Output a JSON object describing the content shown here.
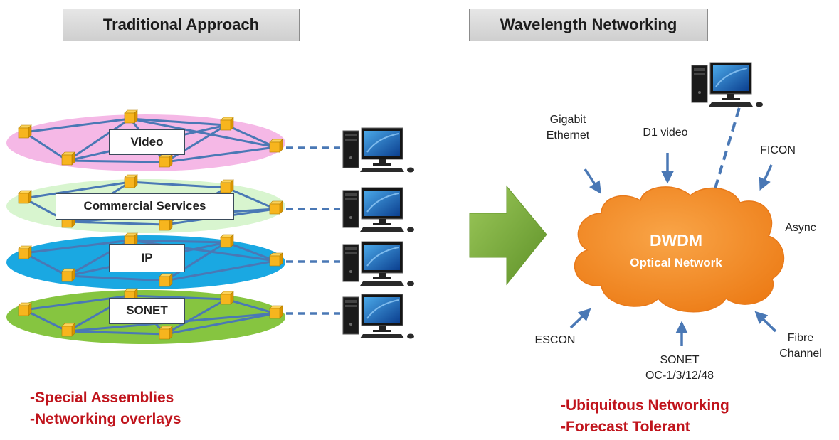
{
  "left": {
    "title": "Traditional Approach",
    "layers": [
      {
        "label": "Video",
        "color": "#f5b8e6"
      },
      {
        "label": "Commercial Services",
        "color": "#d8f5cf"
      },
      {
        "label": "IP",
        "color": "#1aa8e2"
      },
      {
        "label": "SONET",
        "color": "#86c540"
      }
    ],
    "notes": [
      "-Special Assemblies",
      "-Networking overlays"
    ]
  },
  "right": {
    "title": "Wavelength Networking",
    "cloud": {
      "title": "DWDM",
      "subtitle": "Optical Network",
      "color": "#f28c24"
    },
    "inputs": {
      "gigabit": [
        "Gigabit",
        "Ethernet"
      ],
      "d1": "D1 video",
      "ficon": "FICON",
      "async": "Async",
      "escon": "ESCON",
      "sonet": [
        "SONET",
        "OC-1/3/12/48"
      ],
      "fibre": [
        "Fibre",
        "Channel"
      ]
    },
    "notes": [
      "-Ubiquitous Networking",
      "-Forecast Tolerant"
    ]
  },
  "colors": {
    "node": "#f7b51e",
    "link": "#4a78b5",
    "arrow_big": "#76a83a",
    "note_red": "#c0141c"
  }
}
